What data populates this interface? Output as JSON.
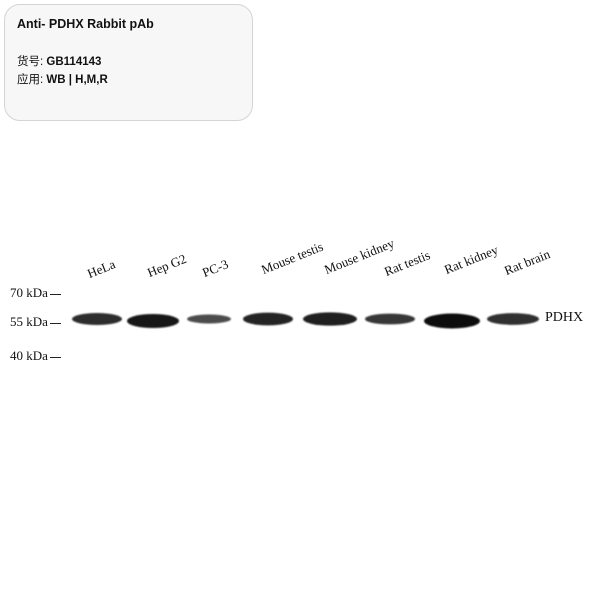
{
  "card": {
    "title": "Anti- PDHX Rabbit pAb",
    "catalog_label": "货号:",
    "catalog_value": "GB114143",
    "application_label": "应用:",
    "application_value": "WB | H,M,R"
  },
  "blot": {
    "lanes": [
      "HeLa",
      "Hep G2",
      "PC-3",
      "Mouse testis",
      "Mouse kidney",
      "Rat testis",
      "Rat kidney",
      "Rat brain"
    ],
    "relative_intensity": [
      0.72,
      0.92,
      0.45,
      0.8,
      0.85,
      0.62,
      1.0,
      0.7
    ],
    "markers": [
      "70 kDa",
      "55 kDa",
      "40 kDa"
    ],
    "target": "PDHX",
    "band_color": "#0d0d0d"
  }
}
